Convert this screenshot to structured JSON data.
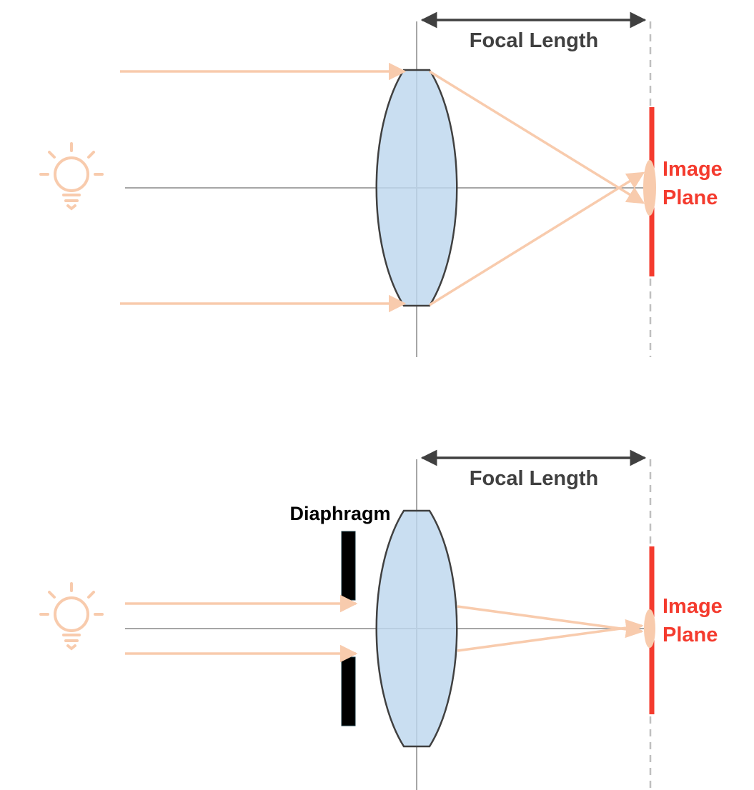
{
  "colors": {
    "ray": "#F8CBAD",
    "lens_fill": "#BDD7EE",
    "lens_stroke": "#404040",
    "axis": "#A6A6A6",
    "dashed": "#BFBFBF",
    "image_plane": "#F43B2E",
    "label_dark": "#404040",
    "diaphragm": "#000000",
    "background": "#FFFFFF"
  },
  "diagram": {
    "panels": {
      "top": {
        "focal_length_label": "Focal Length",
        "image_plane_label": [
          "Image",
          "Plane"
        ],
        "light_source_icon": "light-bulb-icon"
      },
      "bottom": {
        "focal_length_label": "Focal Length",
        "diaphragm_label": "Diaphragm",
        "image_plane_label": [
          "Image",
          "Plane"
        ],
        "light_source_icon": "light-bulb-icon"
      }
    }
  }
}
